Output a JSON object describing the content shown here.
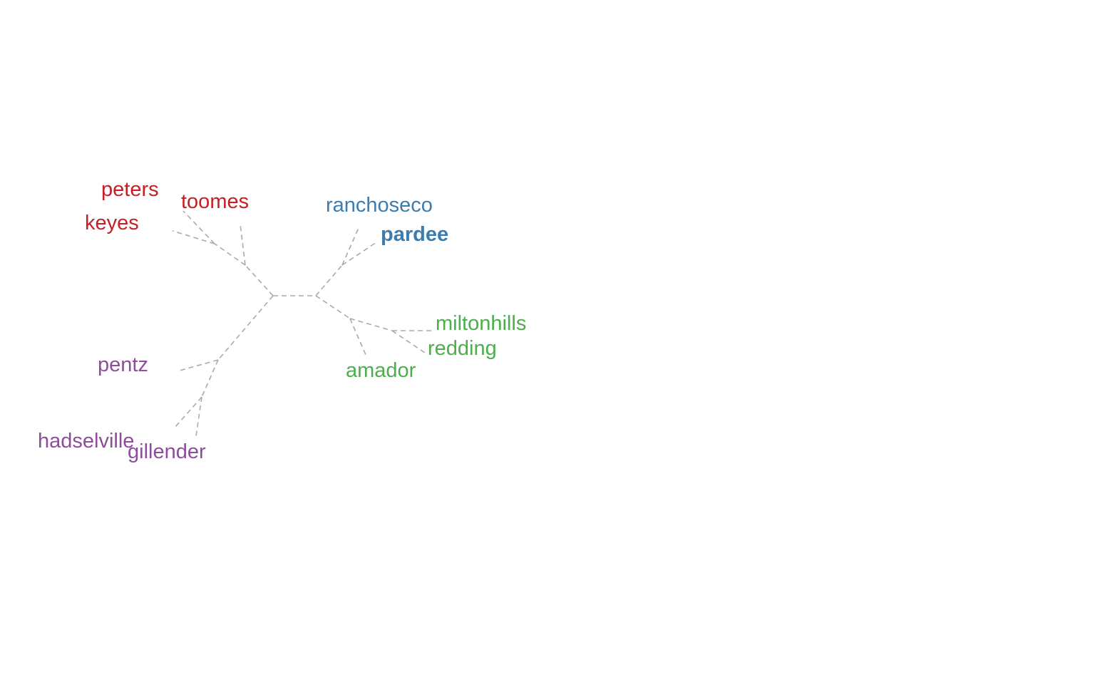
{
  "diagram": {
    "type": "unrooted-tree",
    "branch_color": "#aaaaaa",
    "branch_style": "dashed",
    "clades": [
      {
        "name": "red",
        "color": "#c42026",
        "tips": [
          "peters",
          "toomes",
          "keyes"
        ]
      },
      {
        "name": "blue",
        "color": "#3b7dae",
        "tips": [
          "ranchoseco",
          "pardee"
        ]
      },
      {
        "name": "green",
        "color": "#4cae4c",
        "tips": [
          "miltonhills",
          "redding",
          "amador"
        ]
      },
      {
        "name": "purple",
        "color": "#8e4d9c",
        "tips": [
          "pentz",
          "hadselville",
          "gillender"
        ]
      }
    ],
    "tips": [
      {
        "label": "peters",
        "color": "#c42026",
        "bold": false
      },
      {
        "label": "toomes",
        "color": "#c42026",
        "bold": false
      },
      {
        "label": "keyes",
        "color": "#c42026",
        "bold": false
      },
      {
        "label": "ranchoseco",
        "color": "#3b7dae",
        "bold": false
      },
      {
        "label": "pardee",
        "color": "#3b7dae",
        "bold": true
      },
      {
        "label": "miltonhills",
        "color": "#4cae4c",
        "bold": false
      },
      {
        "label": "redding",
        "color": "#4cae4c",
        "bold": false
      },
      {
        "label": "amador",
        "color": "#4cae4c",
        "bold": false
      },
      {
        "label": "pentz",
        "color": "#8e4d9c",
        "bold": false
      },
      {
        "label": "hadselville",
        "color": "#8e4d9c",
        "bold": false
      },
      {
        "label": "gillender",
        "color": "#8e4d9c",
        "bold": false
      }
    ]
  }
}
